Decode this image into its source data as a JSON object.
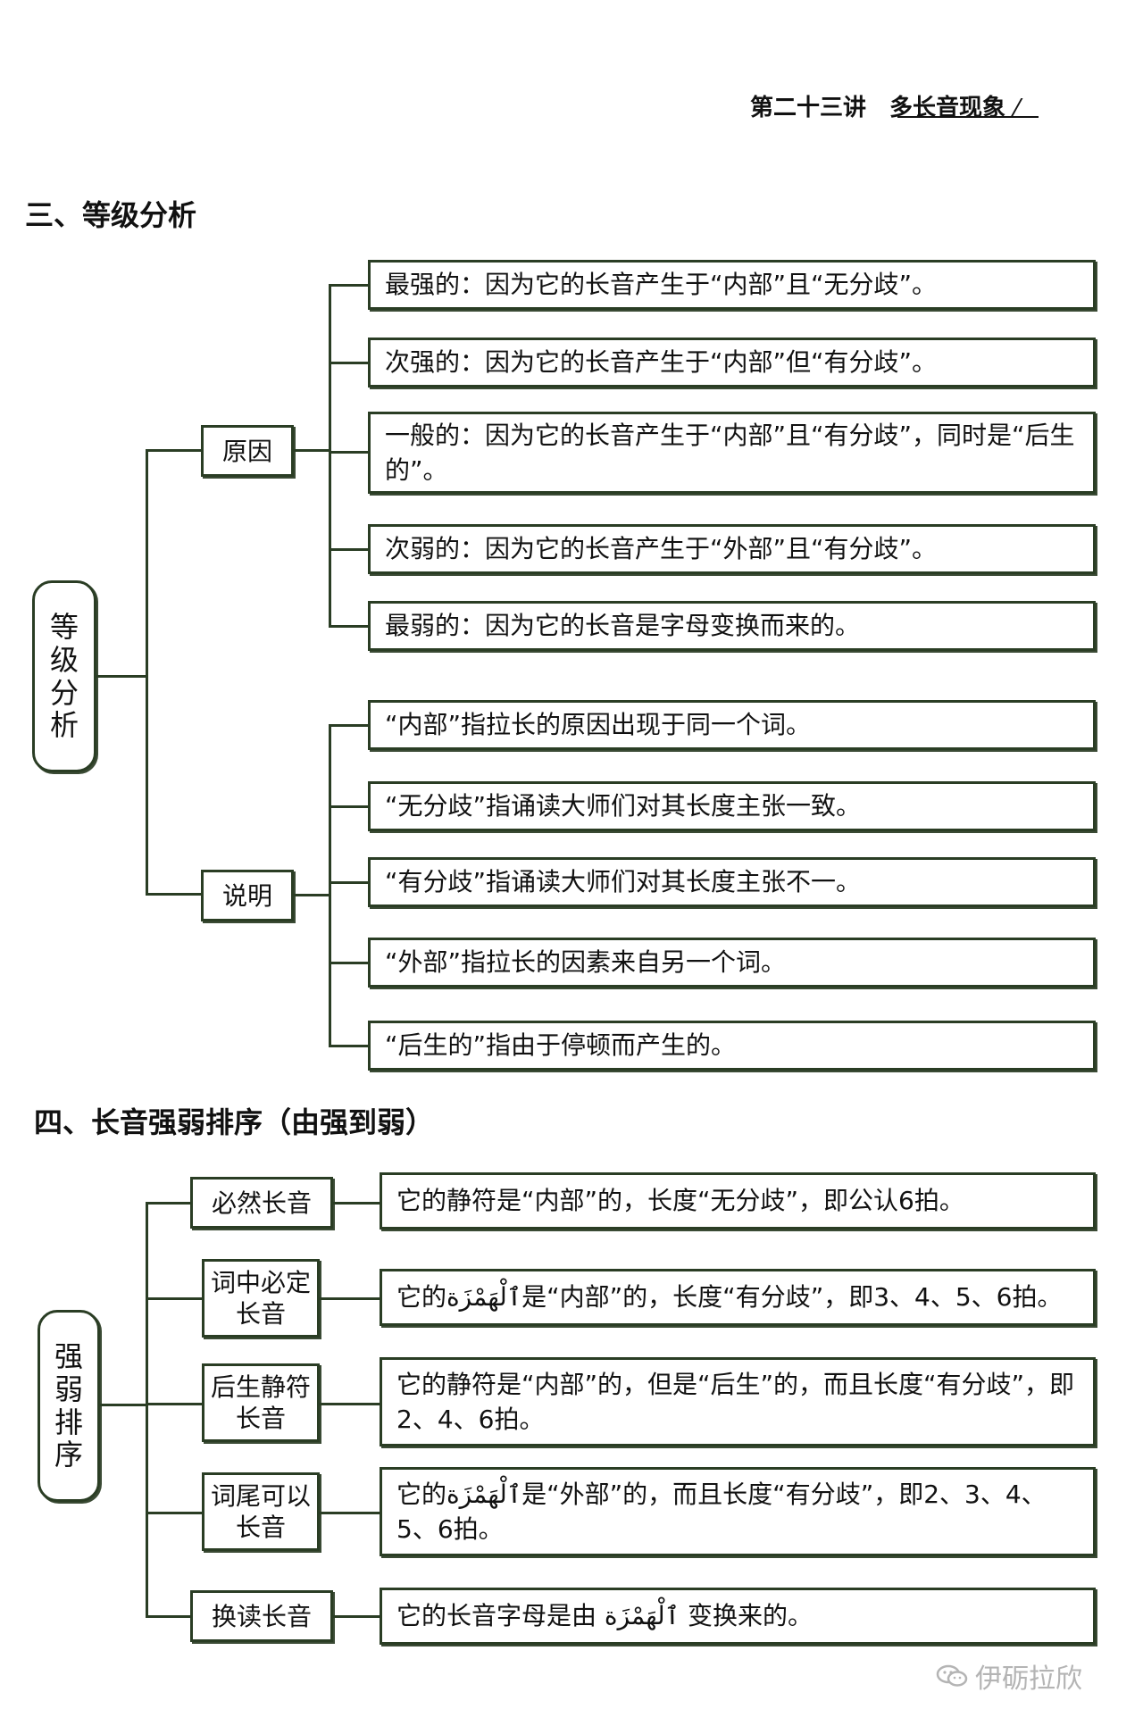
{
  "header": {
    "lecture": "第二十三讲",
    "topic": "多长音现象"
  },
  "section3": {
    "title": "三、等级分析",
    "root": "等级分析",
    "reason": {
      "label": "原因",
      "items": [
        "最强的：因为它的长音产生于“内部”且“无分歧”。",
        "次强的：因为它的长音产生于“内部”但“有分歧”。",
        "一般的：因为它的长音产生于“内部”且“有分歧”，同时是“后生的”。",
        "次弱的：因为它的长音产生于“外部”且“有分歧”。",
        "最弱的：因为它的长音是字母变换而来的。"
      ]
    },
    "explanation": {
      "label": "说明",
      "items": [
        "“内部”指拉长的原因出现于同一个词。",
        "“无分歧”指诵读大师们对其长度主张一致。",
        "“有分歧”指诵读大师们对其长度主张不一。",
        "“外部”指拉长的因素来自另一个词。",
        "“后生的”指由于停顿而产生的。"
      ]
    }
  },
  "section4": {
    "title": "四、长音强弱排序（由强到弱）",
    "root": "强弱排序",
    "rows": [
      {
        "label": "必然长音",
        "desc": "它的静符是“内部”的，长度“无分歧”，即公认6拍。"
      },
      {
        "label": "词中必定长音",
        "desc": "它的ٱلْهَمْزَة是“内部”的，长度“有分歧”，即3、4、5、6拍。"
      },
      {
        "label": "后生静符长音",
        "desc": "它的静符是“内部”的，但是“后生”的，而且长度“有分歧”，即2、4、6拍。"
      },
      {
        "label": "词尾可以长音",
        "desc": "它的ٱلْهَمْزَة是“外部”的，而且长度“有分歧”，即2、3、4、5、6拍。"
      },
      {
        "label": "换读长音",
        "desc": "它的长音字母是由 ٱلْهَمْزَة 变换来的。"
      }
    ]
  },
  "watermark": "伊砺拉欣",
  "colors": {
    "border": "#2a3d24",
    "watermark": "#b4b4b4"
  }
}
